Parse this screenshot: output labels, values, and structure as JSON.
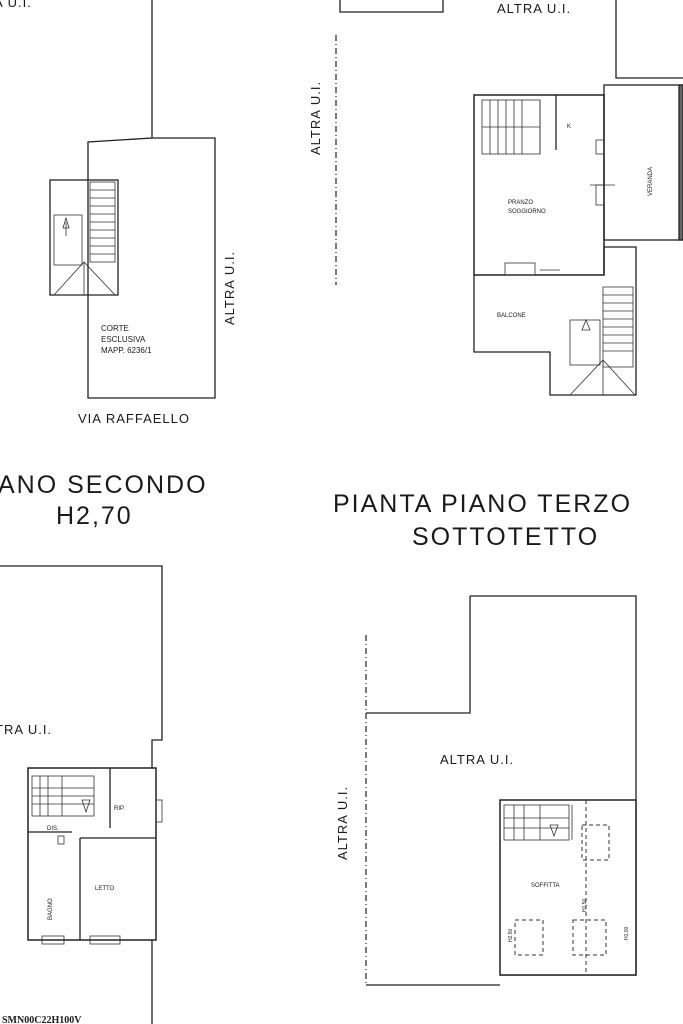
{
  "plans": {
    "top_left": {
      "corte_line1": "CORTE",
      "corte_line2": "ESCLUSIVA",
      "corte_line3": "MAPP. 6236/1",
      "altra_vertical": "ALTRA  U.I.",
      "altra_top_partial": "A  U.I.",
      "street": "VIA  RAFFAELLO"
    },
    "top_right": {
      "altra_top": "ALTRA  U.I.",
      "altra_vertical": "ALTRA  U.I.",
      "room_k": "K",
      "room_pranzo1": "PRANZO",
      "room_pranzo2": "SOGGIORNO",
      "room_veranda": "VERANDA",
      "room_balcone": "BALCONE"
    },
    "second_floor": {
      "title1": "ANO  SECONDO",
      "title2": "H2,70",
      "altra": "TRA  U.I.",
      "room_rip": "RIP.",
      "room_dis": "DIS.",
      "room_letto": "LETTO",
      "room_bagno": "BAGNO",
      "footer_code": "SMN00C22H100V"
    },
    "third_floor": {
      "title1": "PIANTA  PIANO  TERZO",
      "title2": "SOTTOTETTO",
      "altra_h": "ALTRA  U.I.",
      "altra_v": "ALTRA  U.I.",
      "room_soffitta": "SOFFITTA",
      "h250": "H2,50",
      "h150": "H1,50",
      "h100": "H1,00"
    }
  }
}
